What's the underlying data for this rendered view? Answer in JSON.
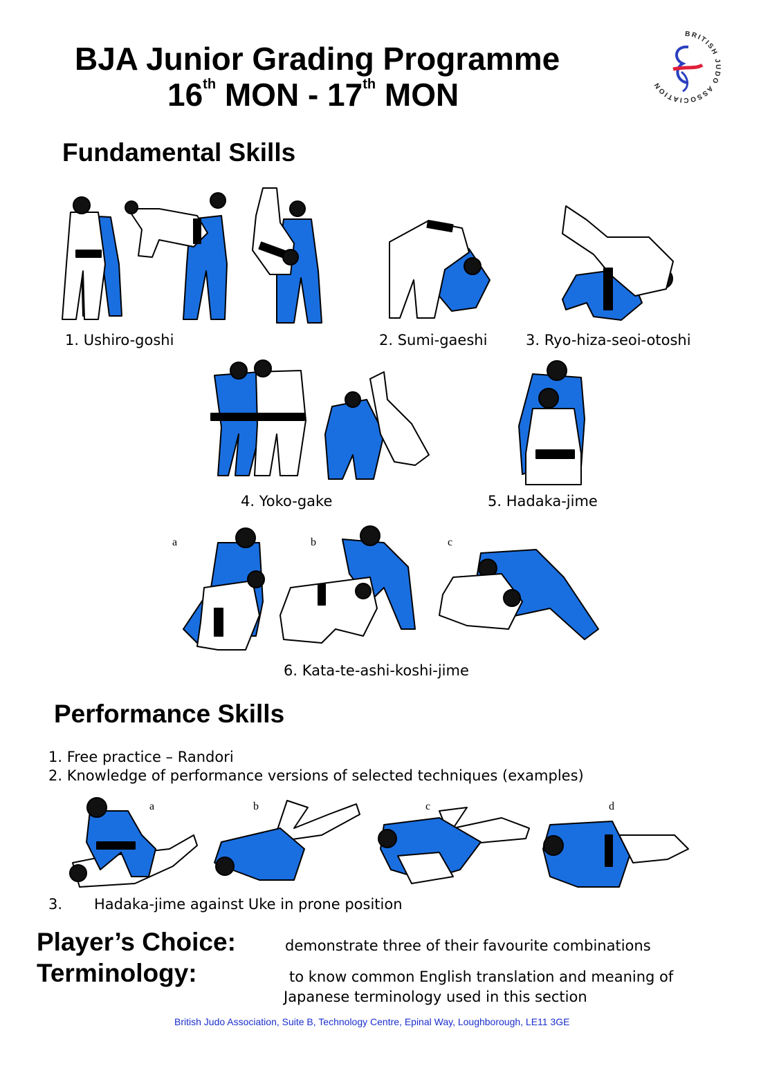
{
  "header": {
    "title_line1": "BJA Junior Grading Programme",
    "l2_a": "16",
    "l2_sup_a": "th",
    "l2_b": " MON - 17",
    "l2_sup_b": "th",
    "l2_c": " MON",
    "logo_text": "BRITISH JUDO ASSOCIATION"
  },
  "fundamental": {
    "heading": "Fundamental Skills",
    "captions": [
      "1.  Ushiro-goshi",
      "2.  Sumi-gaeshi",
      "3.  Ryo-hiza-seoi-otoshi",
      "4.  Yoko-gake",
      "5.  Hadaka-jime",
      "6.  Kata-te-ashi-koshi-jime"
    ],
    "sub_labels": [
      "a",
      "b",
      "c"
    ]
  },
  "performance": {
    "heading": "Performance Skills",
    "items": [
      "1.  Free practice – Randori",
      "2.  Knowledge of performance versions of selected techniques (examples)"
    ],
    "sub_labels": [
      "a",
      "b",
      "c",
      "d"
    ],
    "item3_num": "3.",
    "item3_text": "Hadaka-jime against Uke in prone position"
  },
  "choice": {
    "label": "Player’s Choice:",
    "text": "demonstrate three of their favourite combinations"
  },
  "terminology": {
    "label": "Terminology:",
    "text1": "to know common English translation and meaning of",
    "text2": "Japanese terminology used in this section"
  },
  "footer": "British Judo Association, Suite B, Technology Centre, Epinal Way, Loughborough, LE11 3GE",
  "colors": {
    "blue_gi": "#1a6fe0",
    "white_gi": "#ffffff",
    "outline": "#000000",
    "footer_text": "#1a2ecc",
    "logo_red": "#e0203a",
    "logo_blue": "#2a3fc0"
  }
}
